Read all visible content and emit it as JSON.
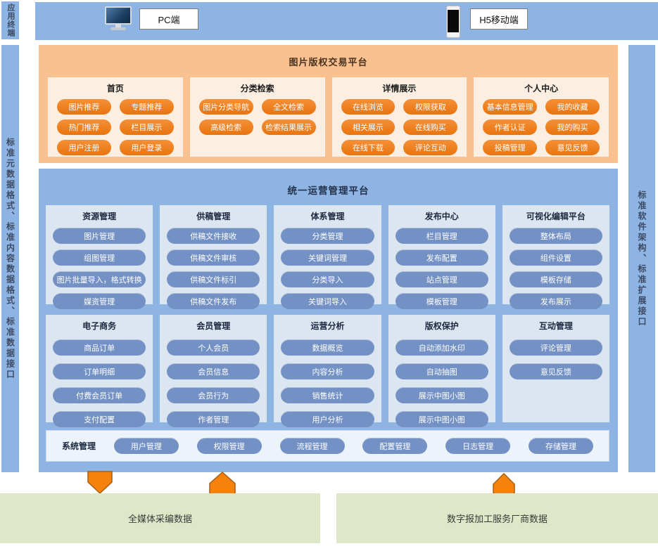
{
  "colors": {
    "rail_blue": "#8DB4E2",
    "panel_orange": "#F9C190",
    "card_cream": "#FCEFE1",
    "pill_orange": "#EE7C1E",
    "card_blue": "#DCE6F1",
    "pill_blue": "#7391C4",
    "system_bar_bg": "#EDF3FA",
    "source_green": "#DEE8C9",
    "arrow_orange": "#F5820C"
  },
  "rails": {
    "app_terminal": "应用终端",
    "standards_left": "标准元数据格式、标准内容数据格式、标准数据接口",
    "standards_right": "标准软件架构、标准扩展接口"
  },
  "terminals": {
    "pc": "PC端",
    "h5": "H5移动端",
    "pc_icon": "desktop-monitor",
    "h5_icon": "smartphone"
  },
  "trading_platform": {
    "title": "图片版权交易平台",
    "groups": [
      {
        "title": "首页",
        "items": [
          "图片推荐",
          "专题推荐",
          "热门推荐",
          "栏目展示",
          "用户注册",
          "用户登录"
        ]
      },
      {
        "title": "分类检索",
        "items": [
          "图片分类导航",
          "全文检索",
          "高级检索",
          "检索结果展示"
        ]
      },
      {
        "title": "详情展示",
        "items": [
          "在线浏览",
          "权限获取",
          "相关展示",
          "在线购买",
          "在线下载",
          "评论互动"
        ]
      },
      {
        "title": "个人中心",
        "items": [
          "基本信息管理",
          "我的收藏",
          "作者认证",
          "我的购买",
          "投稿管理",
          "意见反馈"
        ]
      }
    ]
  },
  "ops_platform": {
    "title": "统一运营管理平台",
    "rows": [
      [
        {
          "title": "资源管理",
          "items": [
            "图片管理",
            "组图管理",
            "图片批量导入，格式转换",
            "媒资管理"
          ]
        },
        {
          "title": "供稿管理",
          "items": [
            "供稿文件接收",
            "供稿文件审核",
            "供稿文件标引",
            "供稿文件发布"
          ]
        },
        {
          "title": "体系管理",
          "items": [
            "分类管理",
            "关键词管理",
            "分类导入",
            "关键词导入"
          ]
        },
        {
          "title": "发布中心",
          "items": [
            "栏目管理",
            "发布配置",
            "站点管理",
            "模板管理"
          ]
        },
        {
          "title": "可视化编辑平台",
          "items": [
            "整体布局",
            "组件设置",
            "模板存储",
            "发布展示"
          ]
        }
      ],
      [
        {
          "title": "电子商务",
          "items": [
            "商品订单",
            "订单明细",
            "付费会员订单",
            "支付配置"
          ]
        },
        {
          "title": "会员管理",
          "items": [
            "个人会员",
            "会员信息",
            "会员行为",
            "作者管理"
          ]
        },
        {
          "title": "运营分析",
          "items": [
            "数据概览",
            "内容分析",
            "销售统计",
            "用户分析"
          ]
        },
        {
          "title": "版权保护",
          "items": [
            "自动添加水印",
            "自动抽图",
            "展示中图小图",
            "展示中图小图"
          ]
        },
        {
          "title": "互动管理",
          "items": [
            "评论管理",
            "意见反馈"
          ]
        }
      ]
    ],
    "system_bar": {
      "label": "系统管理",
      "items": [
        "用户管理",
        "权限管理",
        "流程管理",
        "配置管理",
        "日志管理",
        "存储管理"
      ]
    }
  },
  "arrows": [
    {
      "direction": "down"
    },
    {
      "direction": "up"
    },
    {
      "direction": "up"
    }
  ],
  "data_sources": [
    {
      "label": "全媒体采编数据"
    },
    {
      "label": "数字报加工服务厂商数据"
    }
  ]
}
